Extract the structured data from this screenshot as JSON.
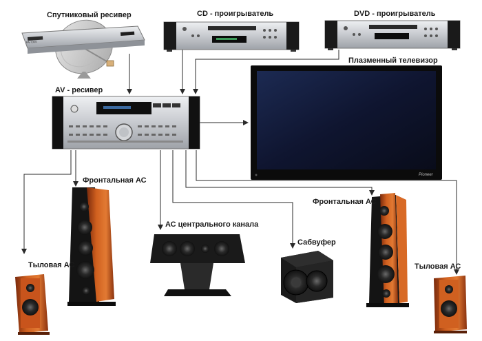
{
  "labels": {
    "sat_receiver": "Спутниковый ресивер",
    "cd_player": "CD - проигрыватель",
    "dvd_player": "DVD - проигрыватель",
    "plasma_tv": "Плазменный телевизор",
    "av_receiver": "AV - ресивер",
    "front_left": "Фронтальная АС",
    "center": "АС центрального канала",
    "subwoofer": "Сабвуфер",
    "front_right": "Фронтальная АС",
    "rear_left": "Тыловая АС",
    "rear_right": "Тыловая АС"
  },
  "device_text": {
    "sat_display": "PA-700S",
    "tv_brand": "Pioneer"
  },
  "colors": {
    "line": "#2a2a2a",
    "wood": "#c8541c",
    "silver": "#c9ccd0",
    "black": "#151515"
  }
}
